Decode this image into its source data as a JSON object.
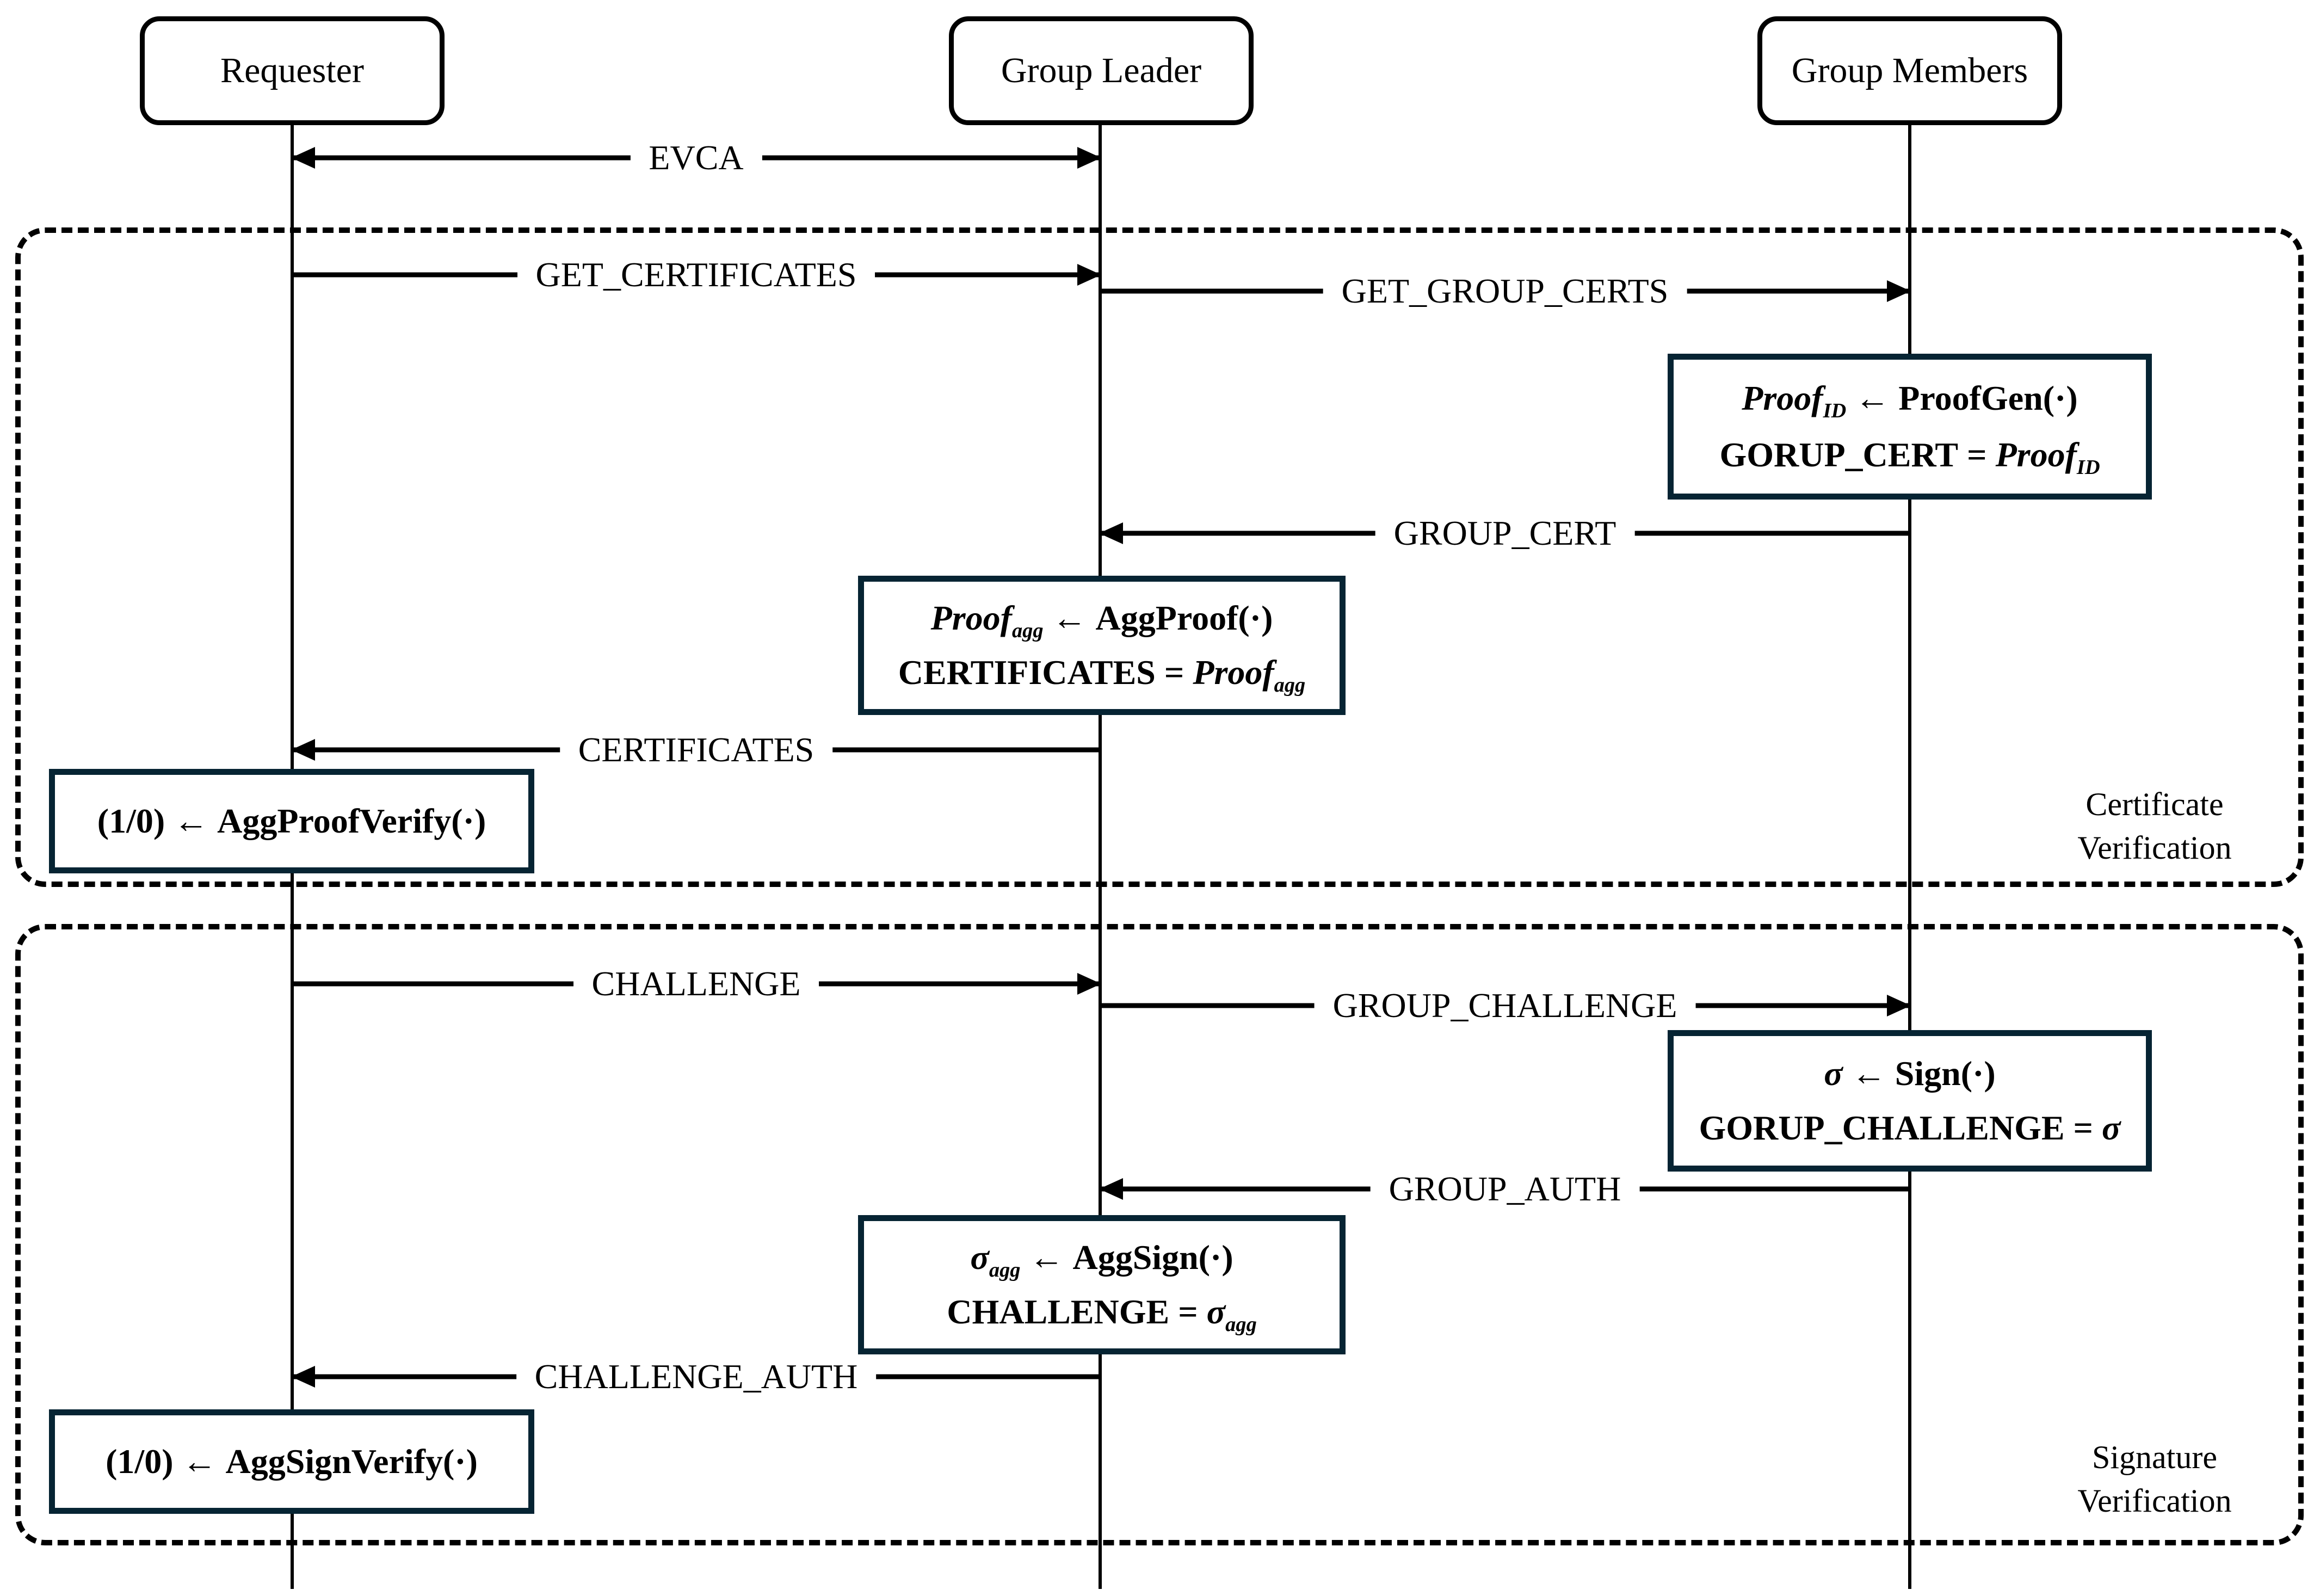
{
  "actors": {
    "requester": {
      "label": "Requester"
    },
    "leader": {
      "label": "Group Leader"
    },
    "members": {
      "label": "Group Members"
    }
  },
  "messages": {
    "evca": {
      "label": "EVCA"
    },
    "get_certificates": {
      "label": "GET_CERTIFICATES"
    },
    "get_group_certs": {
      "label": "GET_GROUP_CERTS"
    },
    "group_cert": {
      "label": "GROUP_CERT"
    },
    "certificates": {
      "label": "CERTIFICATES"
    },
    "challenge": {
      "label": "CHALLENGE"
    },
    "group_challenge": {
      "label": "GROUP_CHALLENGE"
    },
    "group_auth": {
      "label": "GROUP_AUTH"
    },
    "challenge_auth": {
      "label": "CHALLENGE_AUTH"
    }
  },
  "compute_boxes": {
    "proof_gen": {
      "l1_var": "Proof",
      "l1_sub": "ID",
      "l1_arrow": "←",
      "l1_fn": "ProofGen(·)",
      "l2_lhs": "GORUP_CERT",
      "l2_eq": "=",
      "l2_var": "Proof",
      "l2_sub": "ID"
    },
    "agg_proof": {
      "l1_var": "Proof",
      "l1_sub": "agg",
      "l1_arrow": "←",
      "l1_fn": "AggProof(·)",
      "l2_lhs": "CERTIFICATES",
      "l2_eq": "=",
      "l2_var": "Proof",
      "l2_sub": "agg"
    },
    "agg_proof_verify": {
      "l1_pre": "(1/0)",
      "l1_arrow": "←",
      "l1_fn": "AggProofVerify(·)"
    },
    "sign": {
      "l1_var": "σ",
      "l1_arrow": "←",
      "l1_fn": "Sign(·)",
      "l2_lhs": "GORUP_CHALLENGE",
      "l2_eq": "=",
      "l2_var": "σ"
    },
    "agg_sign": {
      "l1_var": "σ",
      "l1_sub": "agg",
      "l1_arrow": "←",
      "l1_fn": "AggSign(·)",
      "l2_lhs": "CHALLENGE",
      "l2_eq": "=",
      "l2_var": "σ",
      "l2_sub": "agg"
    },
    "agg_sign_verify": {
      "l1_pre": "(1/0)",
      "l1_arrow": "←",
      "l1_fn": "AggSignVerify(·)"
    }
  },
  "regions": {
    "certificate_verification": {
      "line1": "Certificate",
      "line2": "Verification"
    },
    "signature_verification": {
      "line1": "Signature",
      "line2": "Verification"
    }
  },
  "colors": {
    "compute_box_border": "#062433",
    "line_color": "#000000",
    "background": "#ffffff"
  }
}
